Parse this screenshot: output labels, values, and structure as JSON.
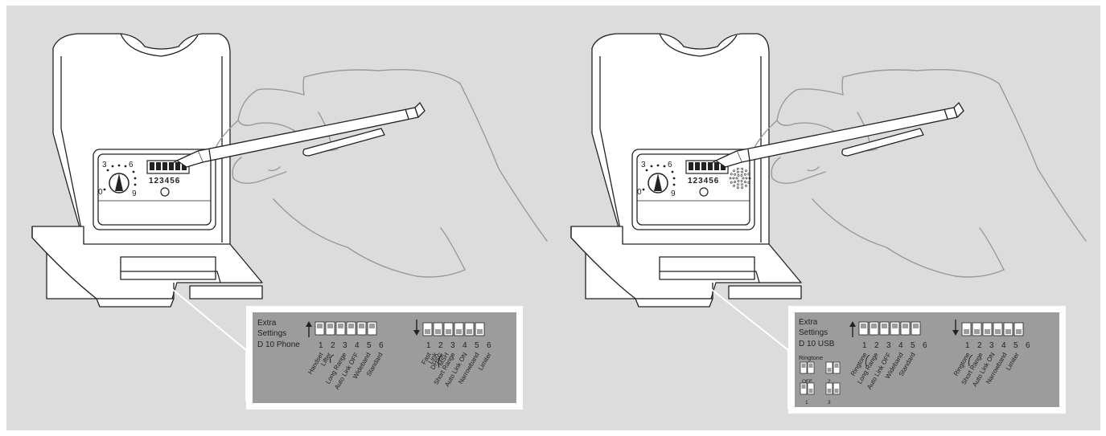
{
  "panels": [
    {
      "dial_numbers": [
        "0",
        "3",
        "6",
        "9"
      ],
      "switch_numbers": "123456",
      "callout": {
        "title_lines": [
          "Extra",
          "Settings",
          "D 10 Phone"
        ],
        "up_numbers": [
          "1",
          "2",
          "3",
          "4",
          "5",
          "6"
        ],
        "down_numbers": [
          "1",
          "2",
          "3",
          "4",
          "5",
          "6"
        ],
        "up_labels": [
          "Handset",
          "Lifter",
          "Long Range",
          "Auto Link OFF",
          "Wideband",
          "Standard"
        ],
        "down_labels": [
          "Fast",
          "Link",
          "DHSG",
          "MSH",
          "Short Range",
          "Auto Link ON",
          "Narrowband",
          "Limiter"
        ]
      }
    },
    {
      "dial_numbers": [
        "0",
        "3",
        "6",
        "9"
      ],
      "switch_numbers": "123456",
      "callout": {
        "title_lines": [
          "Extra",
          "Settings",
          "D 10 USB"
        ],
        "ringtone_label": "Ringtone",
        "ringtone_options": [
          "OFF",
          "2",
          "1",
          "3"
        ],
        "up_numbers": [
          "1",
          "2",
          "3",
          "4",
          "5",
          "6"
        ],
        "down_numbers": [
          "1",
          "2",
          "3",
          "4",
          "5",
          "6"
        ],
        "up_labels": [
          "Ringtone",
          "Long Range",
          "Auto Link OFF",
          "Wideband",
          "Standard"
        ],
        "down_labels": [
          "Ringtone",
          "Short Range",
          "Auto Link ON",
          "Narrowband",
          "Limiter"
        ]
      }
    }
  ],
  "colors": {
    "background": "#dcdcdc",
    "device": "#ffffff",
    "line": "#222222",
    "hand": "#9a9a9a",
    "callout_bg": "#9c9c9c",
    "callout_border": "#ffffff"
  }
}
